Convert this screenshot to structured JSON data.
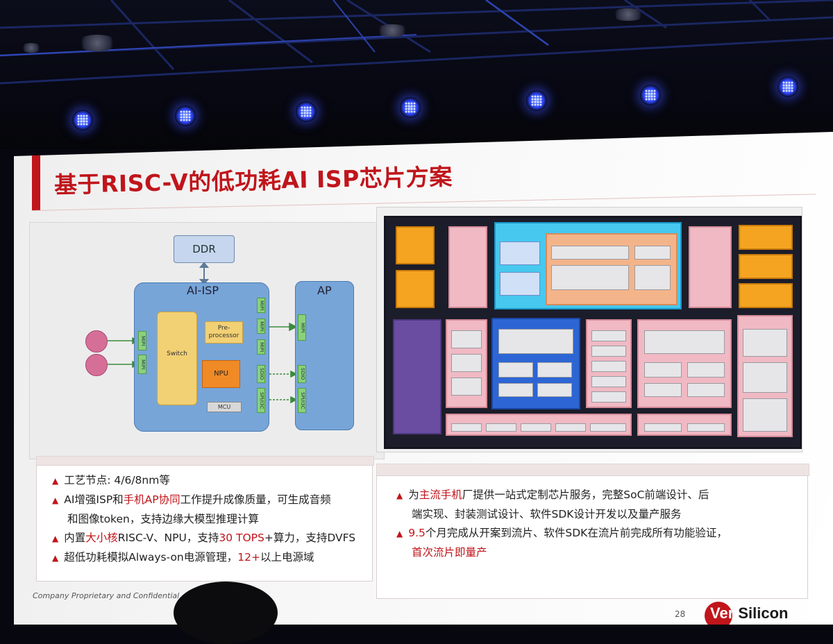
{
  "slide": {
    "title": "基于RISC-V的低功耗AI ISP芯片方案",
    "footer": "Company Proprietary and Confidential",
    "page_number": "28",
    "logo_text_part1": "Veri",
    "logo_text_part2": "Silicon"
  },
  "diagram_left": {
    "ddr": "DDR",
    "ai_isp": "AI-ISP",
    "ap": "AP",
    "switch": "Switch",
    "preprocessor": "Pre-\nprocessor",
    "npu": "NPU",
    "mcu": "MCU",
    "mipi": "MIPI",
    "sdio": "SDIO",
    "spi_i3c": "SPI/I3C"
  },
  "bullets_left": [
    {
      "parts": [
        {
          "t": "工艺节点: 4/6/8nm等"
        }
      ]
    },
    {
      "parts": [
        {
          "t": "AI增强ISP和"
        },
        {
          "t": "手机AP协同",
          "red": true
        },
        {
          "t": "工作提升成像质量，可生成音频"
        }
      ]
    },
    {
      "indent": true,
      "parts": [
        {
          "t": "和图像token，支持边缘大模型推理计算"
        }
      ]
    },
    {
      "parts": [
        {
          "t": "内置"
        },
        {
          "t": "大小核",
          "red": true
        },
        {
          "t": "RISC-V、NPU，支持"
        },
        {
          "t": "30 TOPS",
          "red": true
        },
        {
          "t": "+算力，支持DVFS"
        }
      ]
    },
    {
      "parts": [
        {
          "t": "超低功耗模拟Always-on电源管理，"
        },
        {
          "t": "12+",
          "red": true
        },
        {
          "t": "以上电源域"
        }
      ]
    }
  ],
  "bullets_right": [
    {
      "parts": [
        {
          "t": "为"
        },
        {
          "t": "主流手机",
          "red": true
        },
        {
          "t": "厂提供一站式定制芯片服务，完整SoC前端设计、后"
        }
      ]
    },
    {
      "indent": true,
      "parts": [
        {
          "t": "端实现、封装测试设计、软件SDK设计开发以及量产服务"
        }
      ]
    },
    {
      "parts": [
        {
          "t": "9.5",
          "red": true
        },
        {
          "t": "个月完成从开案到流片、软件SDK在流片前完成所有功能验证，"
        }
      ]
    },
    {
      "indent": true,
      "parts": [
        {
          "t": "首次流片即量产",
          "red": true
        }
      ]
    }
  ],
  "colors": {
    "brand_red": "#c0151b",
    "ceiling_light": "#2d45ff"
  }
}
